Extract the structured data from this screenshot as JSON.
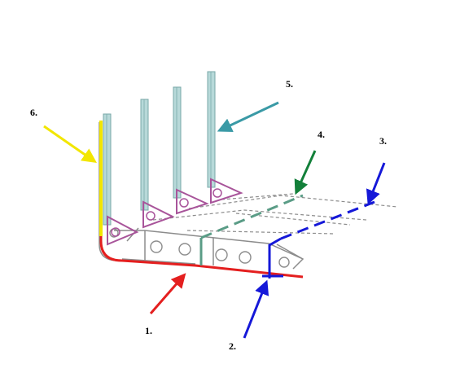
{
  "figure": {
    "callouts": [
      {
        "id": "1",
        "label": "1.",
        "color": "#e41f1f"
      },
      {
        "id": "2",
        "label": "2.",
        "color": "#1518d8"
      },
      {
        "id": "3",
        "label": "3.",
        "color": "#1518d8"
      },
      {
        "id": "4",
        "label": "4.",
        "color": "#13803a"
      },
      {
        "id": "5",
        "label": "5.",
        "color": "#3a9aa6"
      },
      {
        "id": "6",
        "label": "6.",
        "color": "#f2e600"
      }
    ],
    "colors": {
      "structure": "#8c8c8c",
      "bracket": "#a8549a",
      "stiffener_fill": "#b7d9d9",
      "stiffener_edge": "#7aa8a8",
      "keel_red": "#e41f1f",
      "blue": "#1518d8",
      "green": "#5a9c86",
      "yellow": "#f2e600"
    }
  }
}
